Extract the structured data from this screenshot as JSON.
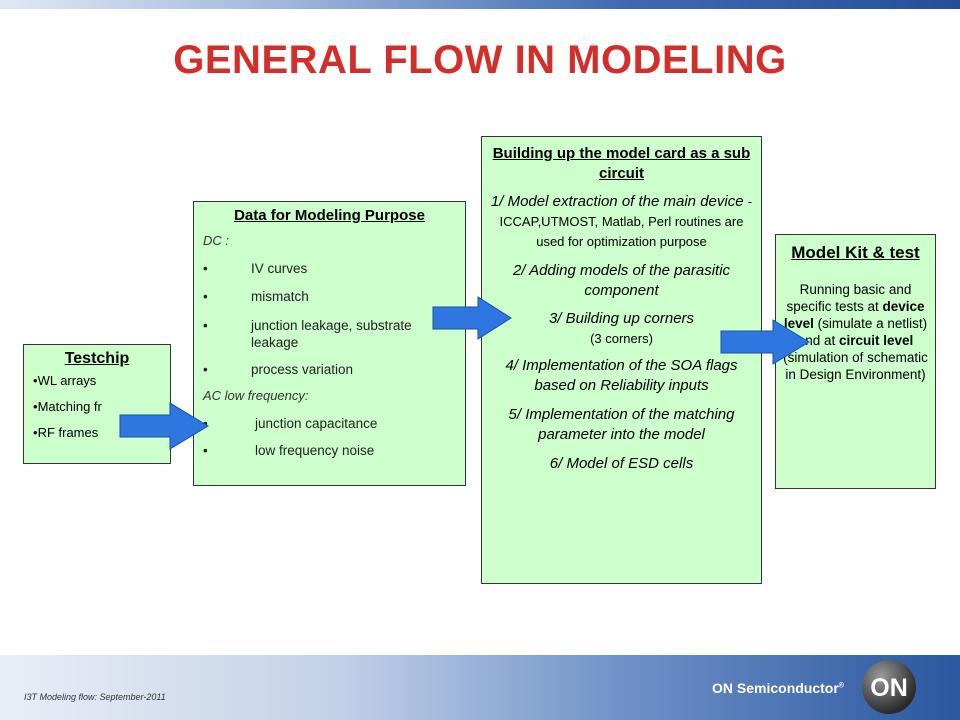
{
  "title": "GENERAL FLOW IN MODELING",
  "testchip": {
    "title": "Testchip",
    "items": [
      "WL arrays",
      "Matching fr",
      "RF frames"
    ]
  },
  "data_box": {
    "title": "Data for Modeling Purpose",
    "dc_label": "DC :",
    "dc_items": [
      "IV curves",
      "mismatch",
      "junction leakage, substrate leakage",
      "process variation"
    ],
    "ac_label": "AC low frequency:",
    "ac_items": [
      "junction capacitance",
      "low frequency noise"
    ]
  },
  "build_box": {
    "title": "Building up the model card as a sub circuit",
    "step1_main": "1/ Model extraction of the main device",
    "step1_tools": "- ICCAP,UTMOST,  Matlab, Perl routines are used for optimization purpose",
    "step2": "2/ Adding  models of the parasitic component",
    "step3": "3/ Building up corners",
    "step3_note": "(3 corners)",
    "step4": "4/ Implementation of  the SOA flags based on Reliability inputs",
    "step5": "5/ Implementation of the matching parameter into the model",
    "step6": "6/ Model of  ESD cells"
  },
  "kit_box": {
    "title": "Model Kit & test",
    "text1": "Running basic and specific tests at ",
    "bold1": "device level",
    "text2": " (simulate a netlist) and at ",
    "bold2": "circuit level",
    "text3": " (simulation of schematic in Design Environment)"
  },
  "footer": {
    "note": "I3T  Modeling flow: September-2011",
    "brand": "ON Semiconductor",
    "reg": "®",
    "logo_text": "ON"
  },
  "colors": {
    "title_red": "#d32f2a",
    "box_green": "#ccffcc",
    "arrow_blue": "#2f77e0"
  }
}
